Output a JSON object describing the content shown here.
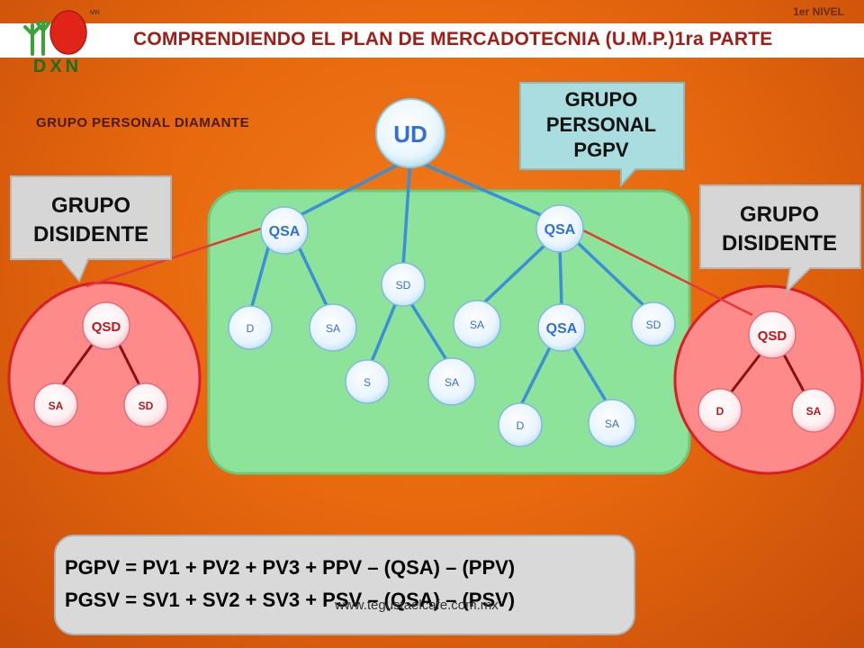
{
  "header": {
    "level": "1er NIVEL",
    "title": "COMPRENDIENDO EL PLAN DE MERCADOTECNIA (U.M.P.)1ra PARTE",
    "logo_text": "DXN",
    "logo_mark": "MR"
  },
  "personal_group_label": "GRUPO PERSONAL DIAMANTE",
  "callouts": {
    "pgpv": [
      "GRUPO",
      "PERSONAL",
      "PGPV"
    ],
    "dissident_left": [
      "GRUPO",
      "DISIDENTE"
    ],
    "dissident_right": [
      "GRUPO",
      "DISIDENTE"
    ]
  },
  "nodes": {
    "root": "UD",
    "qsa_left": "QSA",
    "qsa_right": "QSA",
    "qsa_mid": "QSA",
    "sd_center": "SD",
    "d_left": "D",
    "sa_left": "SA",
    "s_center": "S",
    "sa_center": "SA",
    "sa_right": "SA",
    "sd_right": "SD",
    "d_bottom": "D",
    "sa_bottom": "SA",
    "qsd_left": "QSD",
    "sa_diss_left": "SA",
    "sd_diss_left": "SD",
    "qsd_right": "QSD",
    "d_diss_right": "D",
    "sa_diss_right": "SA"
  },
  "formulas": [
    "PGPV = PV1 + PV2 + PV3 + PPV – (QSA) – (PPV)",
    "PGSV = SV1 + SV2 + SV3 + PSV – (QSA) – (PSV)"
  ],
  "watermark": "www.tegustaelcafe.com.mx",
  "colors": {
    "background": "#e8690e",
    "personal_group": "#8ee39a",
    "dissident_group": "#ff8a8a",
    "node_blue_text": "#2f6fd6",
    "node_red_text": "#c0141c",
    "callout_blue": "#a9dde0",
    "callout_gray": "#d6d6d6",
    "title_red": "#a11c14"
  }
}
